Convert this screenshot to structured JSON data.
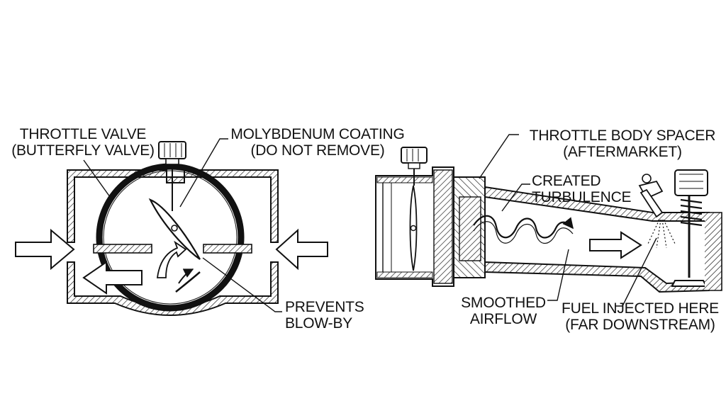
{
  "labels": {
    "throttle_valve": [
      "THROTTLE VALVE",
      "(BUTTERFLY VALVE)"
    ],
    "molybdenum": [
      "MOLYBDENUM COATING",
      "(DO NOT REMOVE)"
    ],
    "prevents": [
      "PREVENTS",
      "BLOW-BY"
    ],
    "spacer": [
      "THROTTLE BODY SPACER",
      "(AFTERMARKET)"
    ],
    "turbulence": [
      "CREATED",
      "TURBULENCE"
    ],
    "smoothed": [
      "SMOOTHED",
      "AIRFLOW"
    ],
    "fuel": [
      "FUEL INJECTED HERE",
      "(FAR DOWNSTREAM)"
    ]
  },
  "colors": {
    "ink": "#111111",
    "background": "#ffffff"
  }
}
